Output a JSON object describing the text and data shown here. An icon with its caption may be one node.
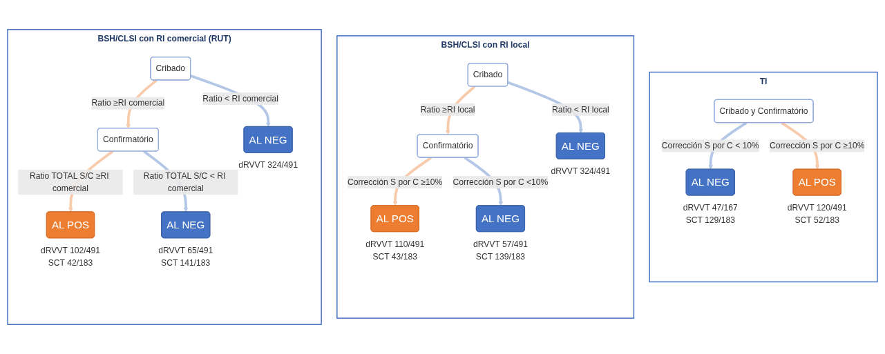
{
  "diagram": {
    "nodes": [
      {
        "text": [
          "BSH/CLSI con RI comercial (RUT)"
        ]
      },
      {
        "text": [
          "Cribado"
        ],
        "in": 0
      },
      {
        "text": [
          "AL NEG"
        ],
        "in": 0,
        "beside": [
          "dRVVT 324/491"
        ]
      },
      {
        "text": [
          "Confirmatório"
        ],
        "in": 0
      },
      {
        "text": [
          "AL POS"
        ],
        "in": 0,
        "beside": [
          "dRVVT 102/491",
          "SCT 42/183"
        ]
      },
      {
        "text": [
          "AL NEG"
        ],
        "in": 0,
        "beside": [
          "dRVVT 65/491",
          "SCT 141/183"
        ]
      },
      {
        "text": [
          "BSH/CLSI con RI local"
        ]
      },
      {
        "text": [
          "Cribado"
        ],
        "in": 6
      },
      {
        "text": [
          "AL NEG"
        ],
        "in": 6,
        "beside": [
          "dRVVT 324/491"
        ]
      },
      {
        "text": [
          "Confirmatório"
        ],
        "in": 6
      },
      {
        "text": [
          "AL POS"
        ],
        "in": 6,
        "beside": [
          "dRVVT 110/491",
          "SCT 43/183"
        ]
      },
      {
        "text": [
          "AL NEG"
        ],
        "in": 6,
        "beside": [
          "dRVVT 57/491",
          "SCT 139/183"
        ]
      },
      {
        "text": [
          "TI"
        ]
      },
      {
        "text": [
          "Cribado y Confirmatório"
        ],
        "in": 12
      },
      {
        "text": [
          "AL NEG"
        ],
        "in": 12,
        "beside": [
          "dRVVT 47/167",
          "SCT 129/183"
        ]
      },
      {
        "text": [
          "AL POS"
        ],
        "in": 12,
        "beside": [
          "dRVVT 120/491",
          "SCT 52/183"
        ]
      }
    ],
    "edges": [
      {
        "from": 1,
        "to": 2,
        "arrow": "to",
        "label": "Ratio < RI comercial",
        "color": "#b4c7e7"
      },
      {
        "from": 1,
        "to": 3,
        "arrow": "to",
        "label": "Ratio ≥RI comercial",
        "color": "#f8cbad"
      },
      {
        "from": 3,
        "to": 4,
        "arrow": "to",
        "label": "Ratio TOTAL S/C ≥RI comercial",
        "color": "#f8cbad"
      },
      {
        "from": 3,
        "to": 5,
        "arrow": "to",
        "label": "Ratio TOTAL S/C < RI comercial",
        "color": "#b4c7e7"
      },
      {
        "from": 7,
        "to": 8,
        "arrow": "to",
        "label": "Ratio < RI local",
        "color": "#b4c7e7"
      },
      {
        "from": 7,
        "to": 9,
        "arrow": "to",
        "label": "Ratio ≥RI local",
        "color": "#f8cbad"
      },
      {
        "from": 9,
        "to": 10,
        "arrow": "to",
        "label": "Corrección S por C ≥10%",
        "color": "#f8cbad"
      },
      {
        "from": 9,
        "to": 11,
        "arrow": "to",
        "label": "Corrección S por C <10%",
        "color": "#b4c7e7"
      },
      {
        "from": 13,
        "to": 14,
        "arrow": "to",
        "label": "Corrección S por C < 10%",
        "color": "#b4c7e7"
      },
      {
        "from": 13,
        "to": 15,
        "arrow": "to",
        "label": "Corrección S por C ≥10%",
        "color": "#f8cbad"
      }
    ]
  }
}
